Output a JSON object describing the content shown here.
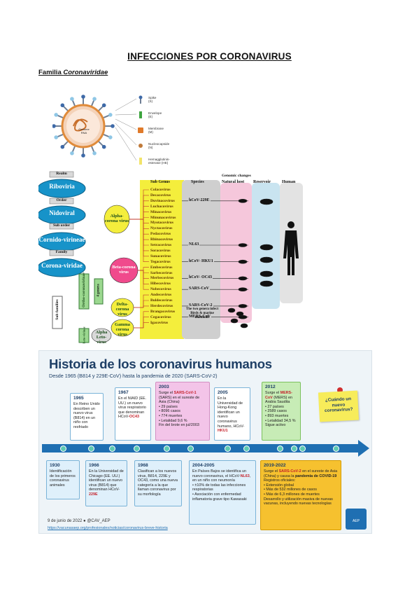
{
  "document": {
    "title": "INFECCIONES POR CORONAVIRUS",
    "family_heading_prefix": "Familia ",
    "family_heading_italic": "Coronaviridae"
  },
  "structure_figure": {
    "genome_label": "Genome RNA",
    "legend": [
      {
        "label": "Spike (S)",
        "icon": "spike-icon",
        "color": "#6f7f95"
      },
      {
        "label": "Envelope (E)",
        "icon": "envelope-protein-icon",
        "color": "#3ea43f"
      },
      {
        "label": "Membrane (M)",
        "icon": "membrane-protein-icon",
        "color": "#e07a2a"
      },
      {
        "label": "Nucleocapside (N)",
        "icon": "nucleocapsid-icon",
        "color": "#c07a3a"
      },
      {
        "label": "Hemagglutinin-esterase (HE)",
        "icon": "hemagglutinin-icon",
        "color": "#f2e46a"
      }
    ]
  },
  "taxonomy_figure": {
    "ranks": {
      "realm": "Realm",
      "order": "Order",
      "suborder": "Sub order",
      "family": "Family",
      "subfamilies": "Sub families",
      "genera": "4 genera",
      "subgenus": "Sub Genus"
    },
    "taxa": {
      "realm": "Riboviria",
      "order": "Nidoviral",
      "suborder": "Cornido-virineae",
      "family": "Corona-viridae",
      "ortho": "Ortho-coronavirinae",
      "leto": "Leto-virinae",
      "alpha": "Alpha-corona virus",
      "beta": "Beta-corona virus",
      "delta": "Delta-corona virus",
      "gamma": "Gamma corona virus",
      "alphaleto": "Alpha Leto-virus"
    },
    "columns": {
      "genomic": "Genomic changes",
      "species": "Species",
      "natural_host": "Natural host",
      "reservoir": "Reservoir",
      "human": "Human"
    },
    "alpha_subgenera": [
      "Colacovirus",
      "Decacovirus",
      "Duvinacovirus",
      "Luchacovirus",
      "Minacovirus",
      "Minunacovirus",
      "Myotacovirus",
      "Nyctacovirus",
      "Pedacovirus",
      "Rhinacovirus",
      "Setracovirus",
      "Soracovirus",
      "Sunacovirus",
      "Tegacovirus"
    ],
    "beta_subgenera": [
      "Embecovirus",
      "Sarbecovirus",
      "Merbecovirus",
      "Hibecovirus",
      "Nobecovirus"
    ],
    "delta_subgenera": [
      "Andecovirus",
      "Buldecovirus",
      "Herdecovirus"
    ],
    "gamma_subgenera": [
      "Brangacovirus",
      "Cegacovirus",
      "Igacovirus"
    ],
    "species": [
      {
        "name": "hCoV-229E",
        "row": 2
      },
      {
        "name": "NL63",
        "row": 10
      },
      {
        "name": "hCoV- HKU1",
        "row": 13
      },
      {
        "name": "hCoV- OC43",
        "row": 16
      },
      {
        "name": "SARS-CoV",
        "row": 18
      },
      {
        "name": "SARS-CoV-2",
        "row": 21
      },
      {
        "name": "MERS-CoV",
        "row": 23
      }
    ],
    "note": "The two genera infect Birds & marine mammals"
  },
  "history": {
    "title": "Historia de los coronavirus humanos",
    "subtitle": "Desde 1965 (B814 y 229E-CoV) hasta la pandemia de 2020 (SARS-CoV-2)",
    "sticky": "¿Cuándo un nuevo coronavirus?",
    "date": "9 de junio de 2022 ● @CAV_AEP",
    "link": "https://vacunasaep.org/profesionales/noticias/coronavirus-breve-historia",
    "logo_text": "AEP",
    "top": [
      {
        "year": "1965",
        "text": "En Reino Unido describen un nuevo virus (B814) en un niño con resfriado"
      },
      {
        "year": "1967",
        "pre": "En el NIAID (EE. UU.) un nuevo virus respiratorio que denominan HCoV-",
        "hl": "OC43"
      },
      {
        "year": "2003",
        "pre": "Surge el ",
        "hl": "SARS-CoV-1",
        "post": " (SARS) en el sureste de Asia (China)",
        "bullets": [
          "29 países",
          "8096 casos",
          "774 muertes",
          "Letalidad 9,6 %"
        ],
        "tail": "Fin del brote en jul/2003"
      },
      {
        "year": "2005",
        "pre": "En la Universidad de Hong-Kong identifican un nuevo coronavirus humano, HCoV-",
        "hl": "HKU1"
      },
      {
        "year": "2012",
        "pre": "Surge el ",
        "hl": "MERS-CoV",
        "post": " (MERS) en Arabia Saudita",
        "bullets": [
          "27 países",
          "2589 casos",
          "893 muertes",
          "Letalidad 34,5 %"
        ],
        "tail": "Sigue activo"
      }
    ],
    "bottom": [
      {
        "year": "1930",
        "text": "Identificación de los primeros coronavirus animales"
      },
      {
        "year": "1966",
        "pre": "En la Universidad de Chicago (EE. UU.) identifican un nuevo virus (B814) que denominan HCoV-",
        "hl": "229E"
      },
      {
        "year": "1968",
        "text": "Clasifican a los nuevos virus, B814, 229E y OC43, como una nueva categoría a la que llaman coronavirus por su morfología"
      },
      {
        "year": "2004-2005",
        "pre": "En Países Bajos se identifica un nuevo coronavirus, el HCoV-",
        "hl": "NL63",
        "post": ", en un niño con neumonía",
        "bullets": [
          "±10% de todas las infecciones respiratorias",
          "Asociación con enfermedad inflamatoria grave tipo Kawasaki"
        ]
      },
      {
        "year": "2019-2022",
        "pre": "Surge el ",
        "hl": "SARS-CoV-2",
        "post": " en el sureste de Asia (China) y causa la ",
        "bold": "pandemia de COVID-19",
        "tail0": "Registros oficiales:",
        "bullets": [
          "Extensión global",
          "Más de 532 millones de casos",
          "Más de 6,3 millones de muertes"
        ],
        "tail": "Desarrollo y utilización masiva de nuevas vacunas, incluyendo nuevas tecnologías"
      }
    ]
  }
}
